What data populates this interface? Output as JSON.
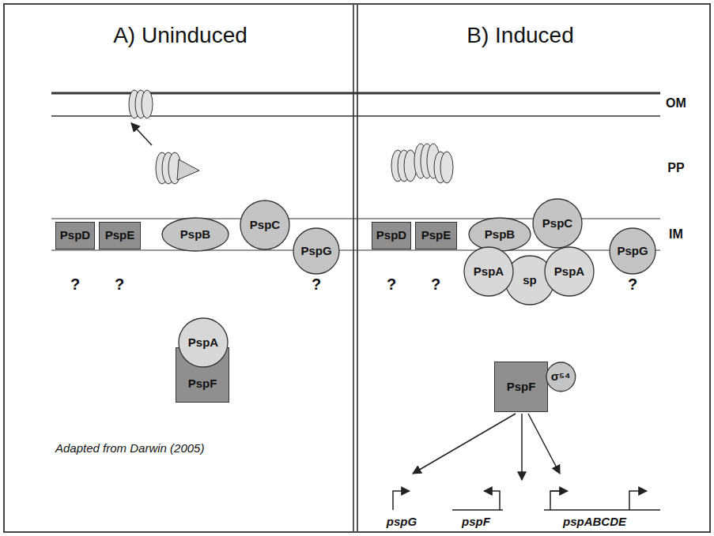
{
  "diagram": {
    "nodes": [
      {
        "text": [
          "PspD"
        ]
      },
      {
        "text": [
          "PspE"
        ]
      },
      {
        "text": [
          "PspB"
        ]
      },
      {
        "text": [
          "PspC"
        ]
      },
      {
        "text": [
          "PspG"
        ]
      },
      {
        "text": [
          "PspA"
        ]
      },
      {
        "text": [
          "PspF"
        ]
      },
      {
        "text": [
          "PspD"
        ]
      },
      {
        "text": [
          "PspE"
        ]
      },
      {
        "text": [
          "PspB"
        ]
      },
      {
        "text": [
          "PspC"
        ]
      },
      {
        "text": [
          "PspA"
        ]
      },
      {
        "text": [
          "sp"
        ]
      },
      {
        "text": [
          "PspA"
        ]
      },
      {
        "text": [
          "PspG"
        ]
      },
      {
        "text": [
          "PspF"
        ]
      },
      {
        "text": [
          "σ⁵⁴"
        ]
      }
    ],
    "labels": [
      "A) Uninduced",
      "B) Induced",
      "OM",
      "PP",
      "IM",
      "?",
      "?",
      "?",
      "?",
      "?",
      "?",
      "pspG",
      "pspF",
      "pspABCDE",
      "Adapted from Darwin (2005)"
    ]
  }
}
